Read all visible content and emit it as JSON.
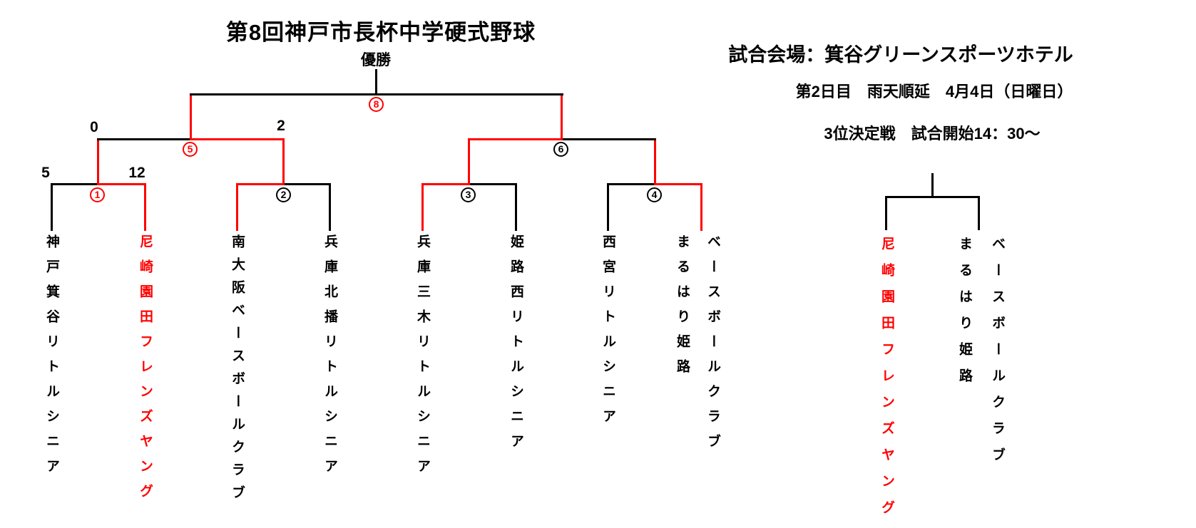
{
  "header": {
    "title": "第8回神戸市長杯中学硬式野球",
    "champion_label": "優勝"
  },
  "info_panel": {
    "venue": "試合会場：箕谷グリーンスポーツホテル",
    "schedule": "第2日目　雨天順延　4月4日（日曜日）",
    "third_place": "3位決定戦　試合開始14：30～"
  },
  "colors": {
    "advance_line": "#ff0000",
    "default_line": "#000000",
    "highlight_team": "#ff0000"
  },
  "main_bracket": {
    "teams": [
      {
        "name": "神戸箕谷リトルシニア"
      },
      {
        "name": "尼崎園田フレンズヤング"
      },
      {
        "name": "南大阪ベースボールクラブ"
      },
      {
        "name": "兵庫北播リトルシニア"
      },
      {
        "name": "兵庫三木リトルシニア"
      },
      {
        "name": "姫路西リトルシニア"
      },
      {
        "name": "西宮リトルシニア"
      },
      {
        "name": "ベースボールクラブ\nまるはり姫路"
      }
    ],
    "matches": {
      "m1": {
        "number": "1",
        "score_left": "5",
        "score_right": "12"
      },
      "m2": {
        "number": "2"
      },
      "m3": {
        "number": "3"
      },
      "m4": {
        "number": "4"
      },
      "m5": {
        "number": "5",
        "score_left": "0",
        "score_right": "2"
      },
      "m6": {
        "number": "6"
      },
      "m8": {
        "number": "8"
      }
    }
  },
  "third_place_bracket": {
    "team_left": "尼崎園田フレンズヤング",
    "team_right": "ベースボールクラブ\nまるはり姫路"
  }
}
